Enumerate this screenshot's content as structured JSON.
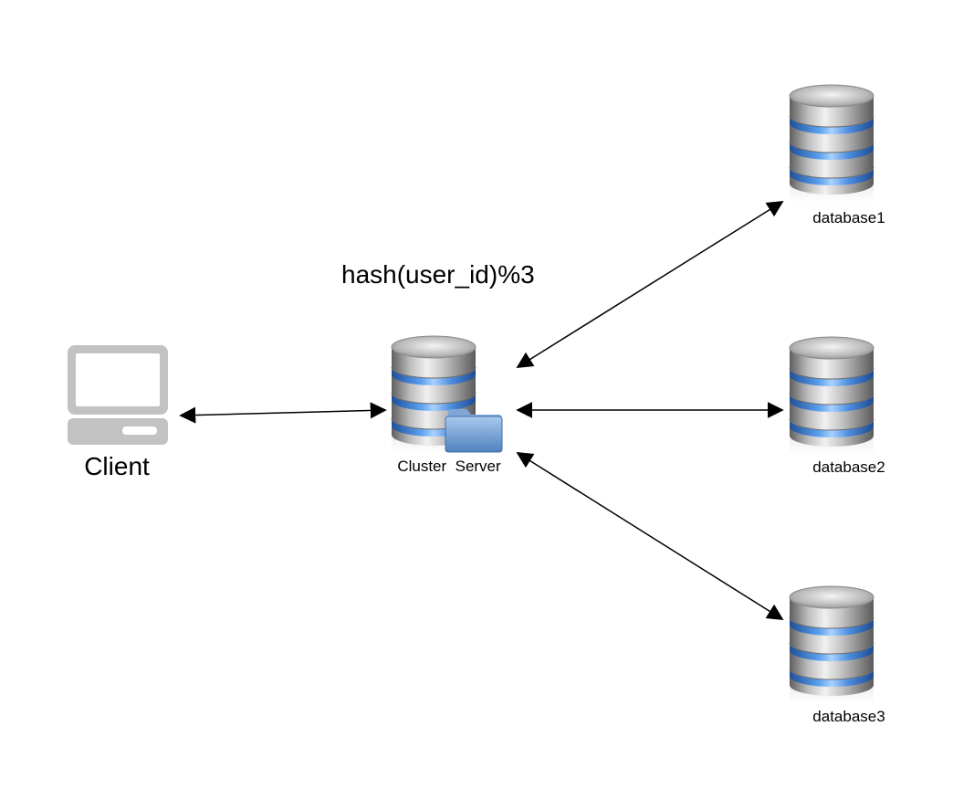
{
  "formula": "hash(user_id)%3",
  "client": {
    "label": "Client",
    "icon": "laptop-icon"
  },
  "server": {
    "label": "Cluster  Server",
    "icon": "database-folder-icon"
  },
  "databases": [
    {
      "label": "database1",
      "icon": "database-icon"
    },
    {
      "label": "database2",
      "icon": "database-icon"
    },
    {
      "label": "database3",
      "icon": "database-icon"
    }
  ],
  "colors": {
    "cylinder_gray": "#8c8c8c",
    "cylinder_band": "#4a86d6",
    "folder_blue": "#5b8fc9",
    "laptop_gray": "#c0c0c0",
    "arrow": "#000000"
  }
}
